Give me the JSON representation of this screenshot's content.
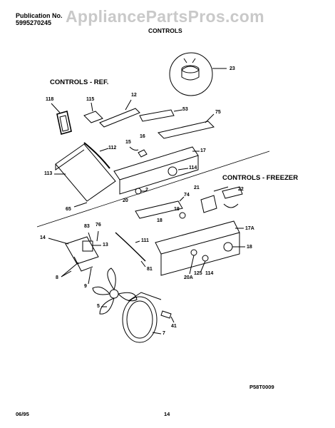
{
  "header": {
    "publication_label": "Publication No.",
    "publication_number": "5995270245",
    "watermark": "AppliancePartsPros.com",
    "title": "CONTROLS"
  },
  "sections": {
    "ref": "CONTROLS - REF.",
    "freezer": "CONTROLS - FREEZER"
  },
  "callouts": {
    "c23": "23",
    "c118": "118",
    "c115": "115",
    "c12": "12",
    "c53": "53",
    "c75": "75",
    "c16": "16",
    "c15": "15",
    "c112": "112",
    "c17": "17",
    "c113": "113",
    "c114a": "114",
    "c2": "2",
    "c22": "22",
    "c21": "21",
    "c74": "74",
    "c20": "20",
    "c65": "65",
    "c19": "19",
    "c18a": "18",
    "c17a": "17A",
    "c83": "83",
    "c76": "76",
    "c14": "14",
    "c13": "13",
    "c111": "111",
    "c18b": "18",
    "c20a": "20A",
    "c125": "125",
    "c114b": "114",
    "c8": "8",
    "c81": "81",
    "c9": "9",
    "c5": "5",
    "c7": "7",
    "c41": "41"
  },
  "footer": {
    "date": "06/95",
    "page": "14",
    "figure_code": "P58T0009"
  }
}
